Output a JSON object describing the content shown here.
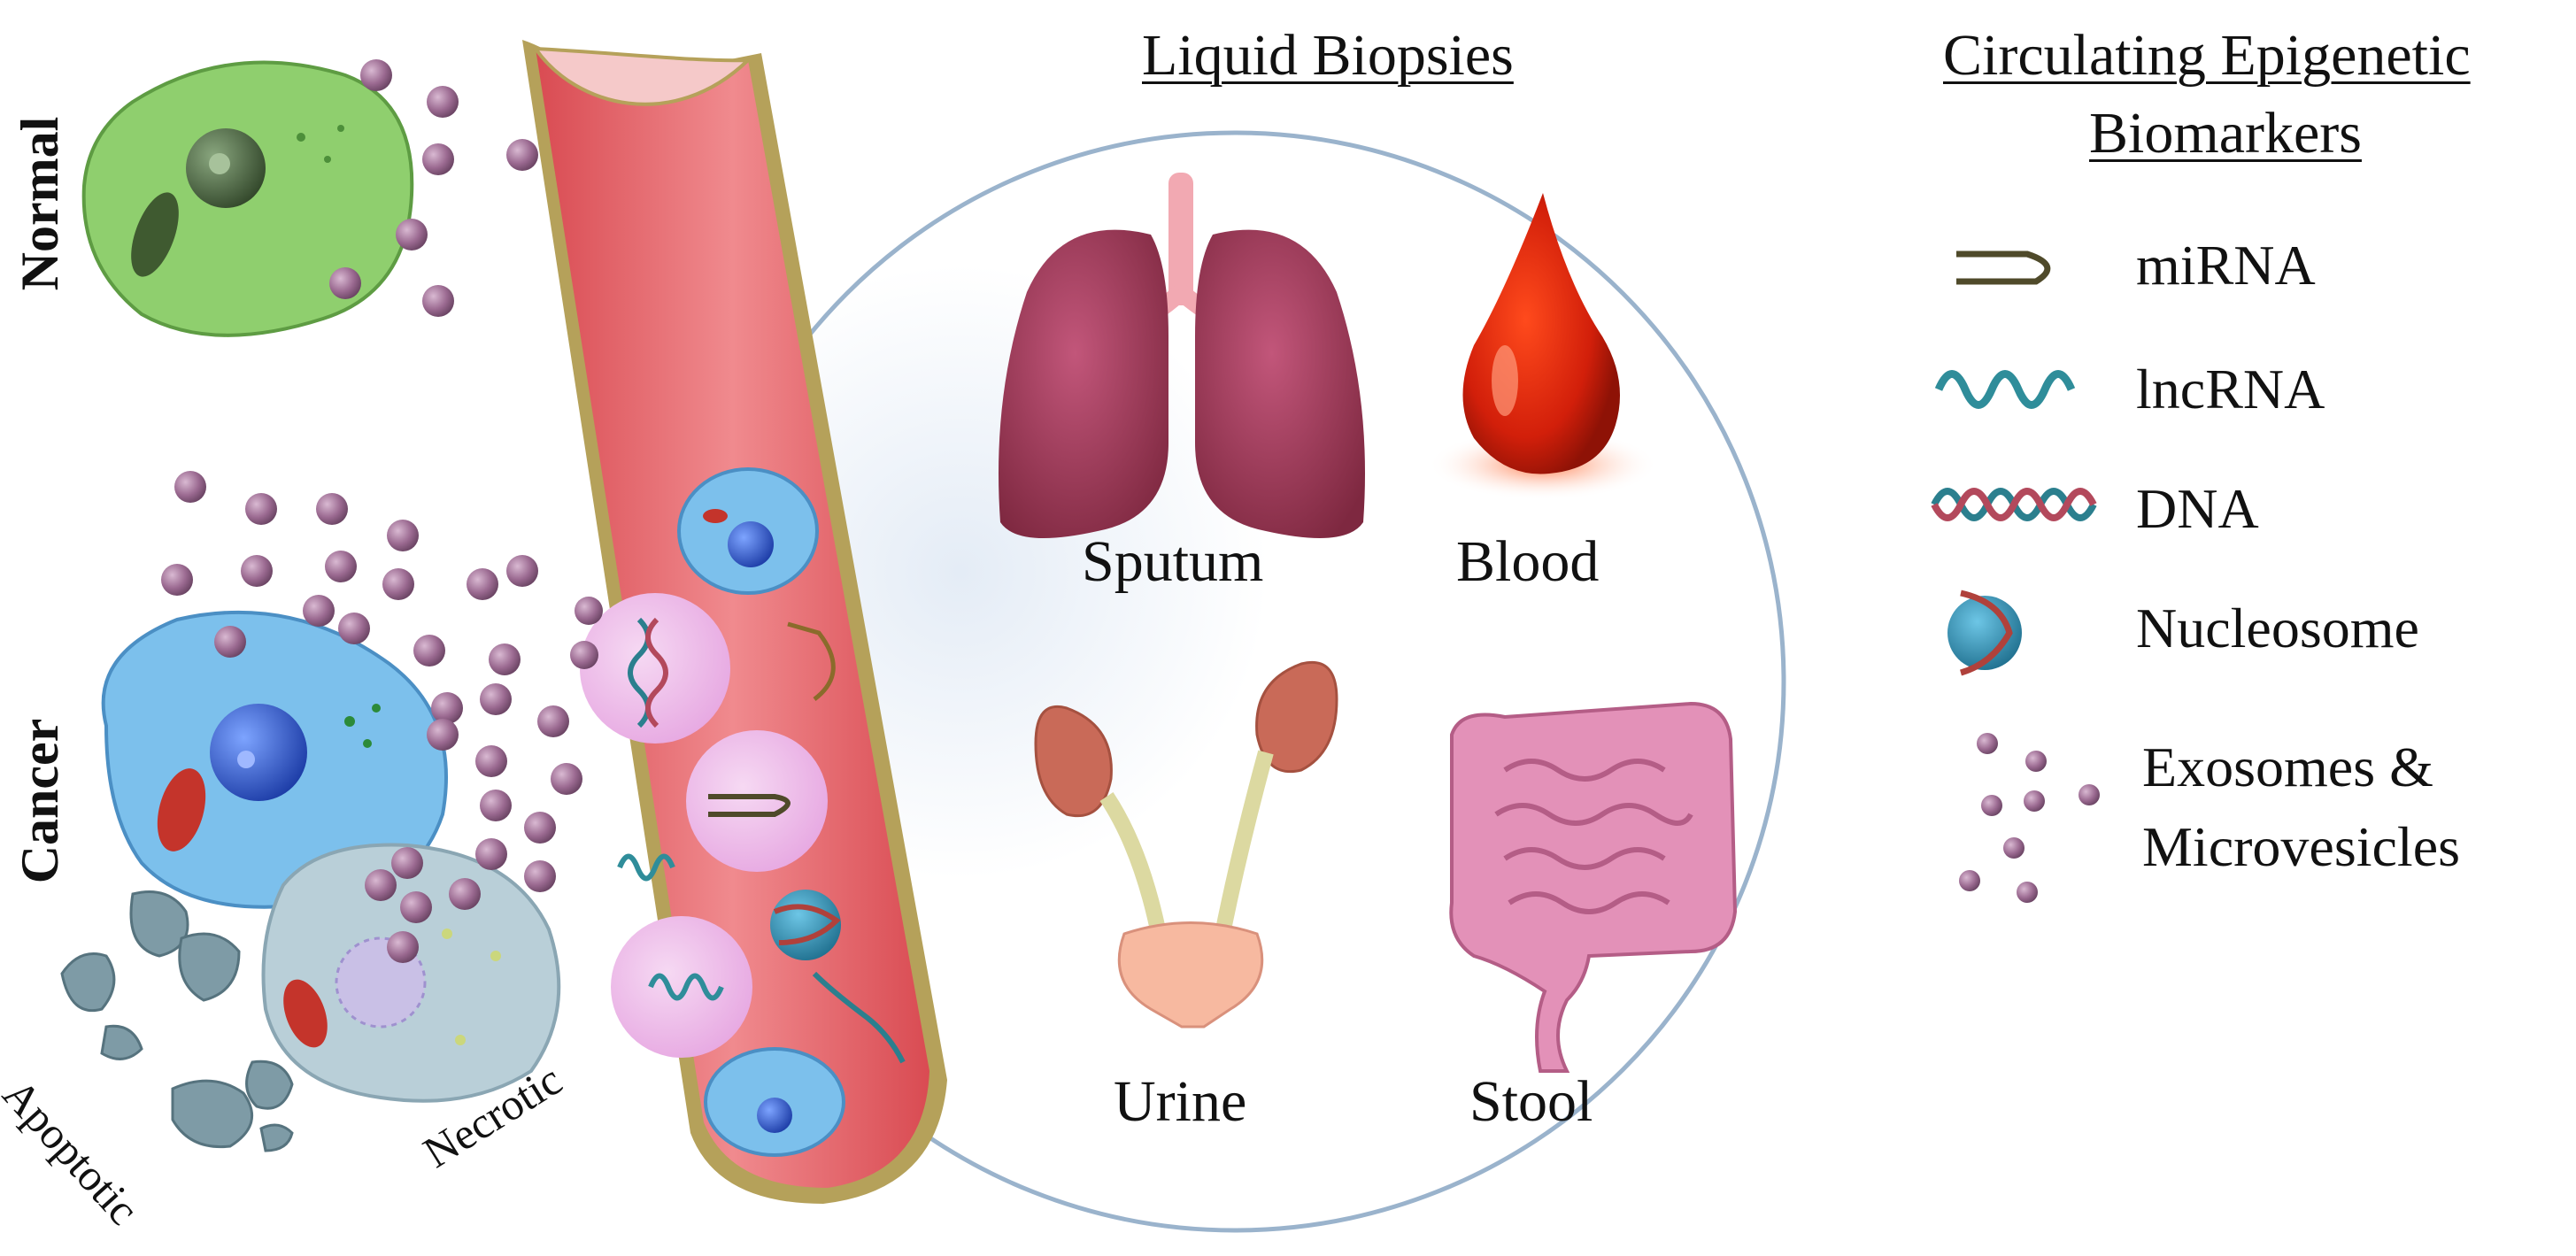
{
  "headings": {
    "liquid_biopsies": "Liquid Biopsies",
    "biomarkers_line1": "Circulating Epigenetic",
    "biomarkers_line2": "Biomarkers"
  },
  "side_labels": {
    "normal": "Normal",
    "cancer": "Cancer"
  },
  "cell_labels": {
    "apoptotic": "Apoptotic",
    "necrotic": "Necrotic"
  },
  "biopsy_sources": [
    {
      "label": "Sputum",
      "icon": "lungs-icon"
    },
    {
      "label": "Blood",
      "icon": "blood-drop-icon"
    },
    {
      "label": "Urine",
      "icon": "kidneys-bladder-icon"
    },
    {
      "label": "Stool",
      "icon": "intestine-icon"
    }
  ],
  "legend": [
    {
      "label": "miRNA",
      "icon": "mirna-hairpin-icon"
    },
    {
      "label": "lncRNA",
      "icon": "lncrna-strand-icon"
    },
    {
      "label": "DNA",
      "icon": "dna-helix-icon"
    },
    {
      "label": "Nucleosome",
      "icon": "nucleosome-icon"
    },
    {
      "label": "Exosomes &",
      "icon": "exosome-dots-icon"
    },
    {
      "label": "Microvesicles",
      "icon": ""
    }
  ],
  "colors": {
    "vessel": "#e8686e",
    "vessel_wall": "#b5a15a",
    "normal_cell": "#8fcf6e",
    "cancer_cell": "#7cc0ec",
    "necrotic_cell": "#b9cfd8",
    "apoptotic_body": "#7e9ba6",
    "exosome": "#9b6a91",
    "lungs": "#9c3552",
    "blood": "#d21f0a",
    "intestine": "#e391b8",
    "kidney": "#c96a58",
    "circle_border": "#9ab3cc"
  }
}
